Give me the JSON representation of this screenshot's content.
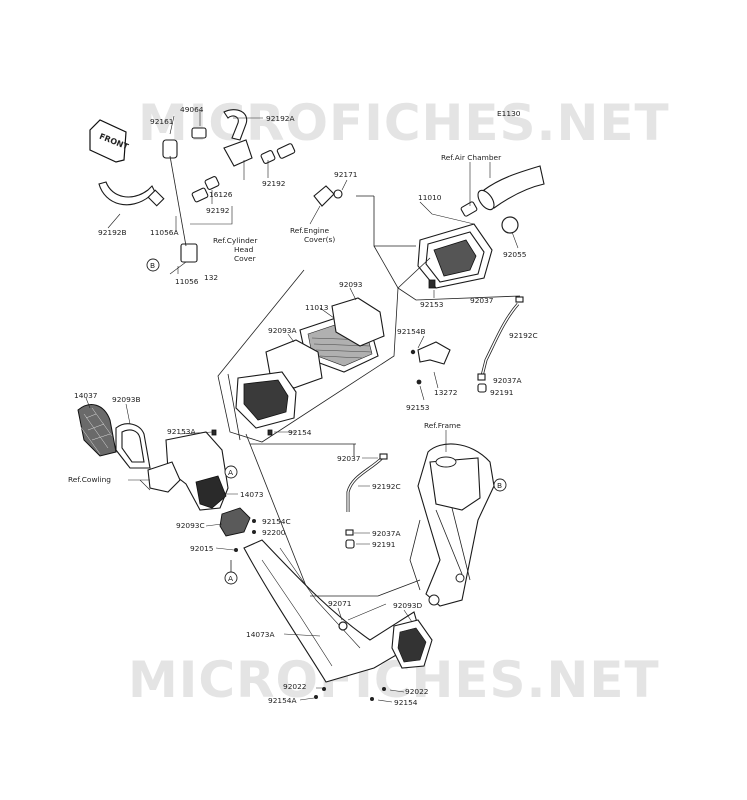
{
  "diagram": {
    "code": "E1130",
    "watermark": "MICROFICHES.NET",
    "front_tag": "FRONT",
    "circle_refs": [
      "B",
      "A"
    ],
    "labels": {
      "p49064": "49064",
      "p92161": "92161",
      "p92192A": "92192A",
      "p92192_1": "92192",
      "p92192_2": "92192",
      "p16126": "16126",
      "p92192B": "92192B",
      "p11056A": "11056A",
      "p11056": "11056",
      "p132": "132",
      "ref_cyl_1": "Ref.Cylinder",
      "ref_cyl_2": "Head",
      "ref_cyl_3": "Cover",
      "p92171": "92171",
      "ref_engine_1": "Ref.Engine",
      "ref_engine_2": "Cover(s)",
      "ref_air": "Ref.Air Chamber",
      "p11010": "11010",
      "p92055": "92055",
      "p92153_1": "92153",
      "p92037_1": "92037",
      "p92093": "92093",
      "p11013": "11013",
      "p92093A": "92093A",
      "p92154B": "92154B",
      "p92192C_1": "92192C",
      "p13272": "13272",
      "p92153_2": "92153",
      "p92037A_1": "92037A",
      "p92191_1": "92191",
      "p14037": "14037",
      "p92093B": "92093B",
      "p92153A": "92153A",
      "p92154_1": "92154",
      "ref_frame": "Ref.Frame",
      "ref_cowling": "Ref.Cowling",
      "p92037_2": "92037",
      "p92192C_2": "92192C",
      "p14073": "14073",
      "p92093C": "92093C",
      "p92154C": "92154C",
      "p92200": "92200",
      "p92037A_2": "92037A",
      "p92191_2": "92191",
      "p92015": "92015",
      "p92071": "92071",
      "p92093D": "92093D",
      "p14073A": "14073A",
      "p92022_1": "92022",
      "p92022_2": "92022",
      "p92154A": "92154A",
      "p92154_2": "92154"
    }
  }
}
